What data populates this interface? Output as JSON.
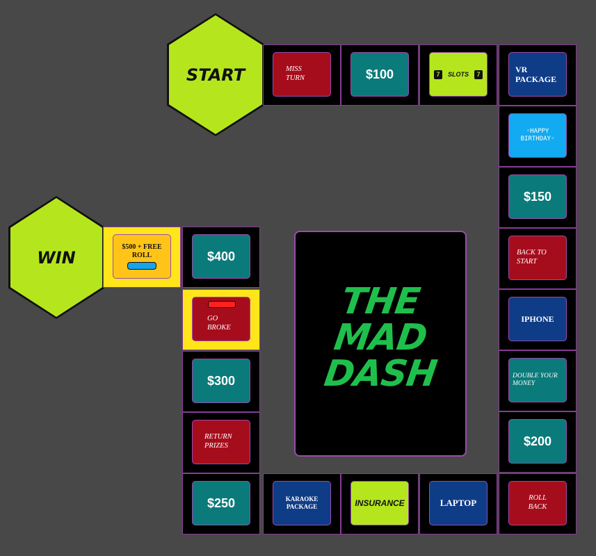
{
  "hexes": {
    "start": "START",
    "win": "WIN"
  },
  "center": {
    "line1": "THE",
    "line2": "MAD",
    "line3": "DASH"
  },
  "spaces": {
    "miss_turn": "MISS TURN",
    "money_100": "$100",
    "slots": "SLOTS",
    "slots_seven": "7",
    "vr_package": "VR PACKAGE",
    "happy_birthday": "HAPPY BIRTHDAY",
    "money_150": "$150",
    "back_to_start": "BACK TO START",
    "iphone": "IPHONE",
    "double_your_money": "DOUBLE YOUR MONEY",
    "money_200": "$200",
    "roll_back": "ROLL BACK",
    "laptop": "LAPTOP",
    "insurance": "INSURANCE",
    "karaoke_package": "KARAOKE PACKAGE",
    "money_250": "$250",
    "return_prizes": "RETURN PRIZES",
    "money_300": "$300",
    "go_broke": "GO BROKE",
    "money_400": "$400",
    "free_roll": "$500 + FREE ROLL"
  },
  "colors": {
    "hex": "#b5e61d",
    "logo": "#1fbf4c",
    "red_card": "#a60d1c",
    "teal_card": "#0b7a7a",
    "navy_card": "#0f3c86",
    "yellow_cell": "#ffe51a"
  }
}
